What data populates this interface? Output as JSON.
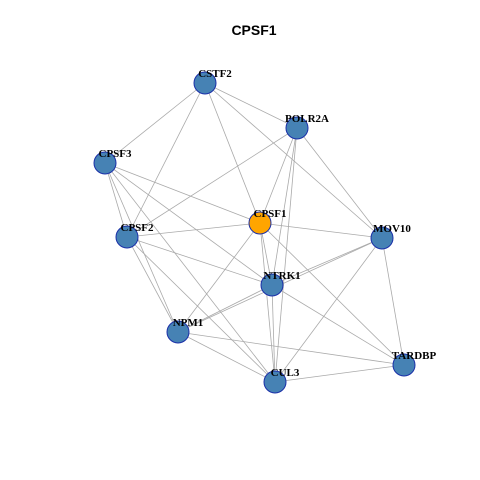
{
  "title": "CPSF1",
  "colors": {
    "center_fill": "#FFA500",
    "node_fill": "#4682B4",
    "node_stroke": "#1A2FA8",
    "edge": "#AAAAAA"
  },
  "nodes": [
    {
      "id": "CSTF2",
      "label": "CSTF2",
      "center": false
    },
    {
      "id": "POLR2A",
      "label": "POLR2A",
      "center": false
    },
    {
      "id": "CPSF3",
      "label": "CPSF3",
      "center": false
    },
    {
      "id": "CPSF1",
      "label": "CPSF1",
      "center": true
    },
    {
      "id": "MOV10",
      "label": "MOV10",
      "center": false
    },
    {
      "id": "CPSF2",
      "label": "CPSF2",
      "center": false
    },
    {
      "id": "NTRK1",
      "label": "NTRK1",
      "center": false
    },
    {
      "id": "NPM1",
      "label": "NPM1",
      "center": false
    },
    {
      "id": "TARDBP",
      "label": "TARDBP",
      "center": false
    },
    {
      "id": "CUL3",
      "label": "CUL3",
      "center": false
    }
  ],
  "edges": [
    [
      "CSTF2",
      "POLR2A"
    ],
    [
      "CSTF2",
      "CPSF3"
    ],
    [
      "CSTF2",
      "CPSF1"
    ],
    [
      "CSTF2",
      "MOV10"
    ],
    [
      "CSTF2",
      "CPSF2"
    ],
    [
      "POLR2A",
      "CPSF1"
    ],
    [
      "POLR2A",
      "CPSF2"
    ],
    [
      "POLR2A",
      "MOV10"
    ],
    [
      "POLR2A",
      "NTRK1"
    ],
    [
      "POLR2A",
      "CUL3"
    ],
    [
      "CPSF3",
      "CPSF1"
    ],
    [
      "CPSF3",
      "CPSF2"
    ],
    [
      "CPSF3",
      "NTRK1"
    ],
    [
      "CPSF3",
      "NPM1"
    ],
    [
      "CPSF3",
      "CUL3"
    ],
    [
      "CPSF1",
      "CPSF2"
    ],
    [
      "CPSF1",
      "MOV10"
    ],
    [
      "CPSF1",
      "NTRK1"
    ],
    [
      "CPSF1",
      "NPM1"
    ],
    [
      "CPSF1",
      "CUL3"
    ],
    [
      "CPSF1",
      "TARDBP"
    ],
    [
      "CPSF2",
      "NTRK1"
    ],
    [
      "CPSF2",
      "NPM1"
    ],
    [
      "CPSF2",
      "CUL3"
    ],
    [
      "MOV10",
      "NTRK1"
    ],
    [
      "MOV10",
      "NPM1"
    ],
    [
      "MOV10",
      "TARDBP"
    ],
    [
      "MOV10",
      "CUL3"
    ],
    [
      "NTRK1",
      "NPM1"
    ],
    [
      "NTRK1",
      "CUL3"
    ],
    [
      "NTRK1",
      "TARDBP"
    ],
    [
      "NPM1",
      "CUL3"
    ],
    [
      "NPM1",
      "TARDBP"
    ],
    [
      "CUL3",
      "TARDBP"
    ]
  ]
}
